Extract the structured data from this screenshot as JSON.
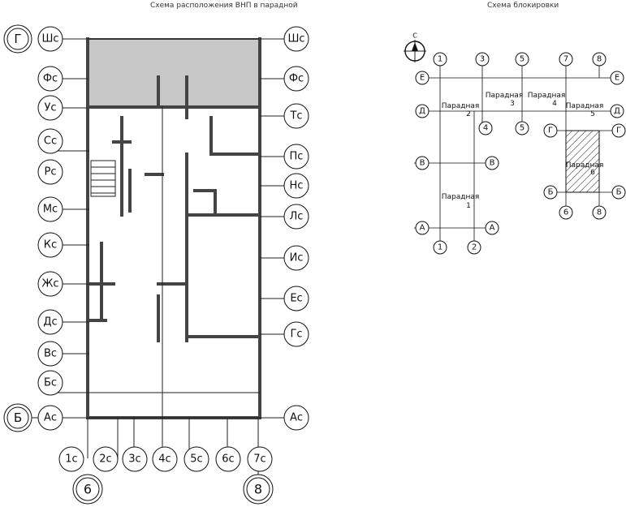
{
  "titles": {
    "left": "Схема расположения ВНП в парадной",
    "right": "Схема блокировки"
  },
  "left_rows": {
    "left_side": [
      "Г",
      "Фс",
      "Ус",
      "Сс",
      "Рс",
      "Мс",
      "Кс",
      "Жс",
      "Дс",
      "Вс",
      "Бс",
      "Б"
    ],
    "right_side": [
      "Шс",
      "Фс",
      "Тс",
      "Пс",
      "Нс",
      "Лс",
      "Ис",
      "Ес",
      "Гс",
      "Ас"
    ],
    "top_left_inner": "Шс",
    "bottom_left_inner": "Ас"
  },
  "left_cols": {
    "bottom": [
      "1с",
      "2с",
      "3с",
      "4с",
      "5с",
      "6с",
      "7с"
    ],
    "major": [
      "6",
      "8"
    ]
  },
  "right_plan": {
    "compass": "С",
    "top_axes": [
      "1",
      "3",
      "5",
      "7",
      "8"
    ],
    "mid_axes": [
      "4",
      "5"
    ],
    "bottom_axes": [
      "1",
      "2"
    ],
    "small_bottom_axes": [
      "6",
      "8"
    ],
    "row_axes": {
      "E_left": "Е",
      "E_right": "Е",
      "D_left": "Д",
      "D_right": "Д",
      "G_left": "Г",
      "G_right": "Г",
      "V_left": "В",
      "V_right": "В",
      "B_left": "Б",
      "B_right": "Б",
      "A_left": "А",
      "A_right": "А"
    },
    "entrances": [
      {
        "label": "Парадная",
        "num": "2"
      },
      {
        "label": "Парадная",
        "num": "3"
      },
      {
        "label": "Парадная",
        "num": "4"
      },
      {
        "label": "Парадная",
        "num": "5"
      },
      {
        "label": "Парадная",
        "num": "6"
      },
      {
        "label": "Парадная",
        "num": "1"
      }
    ]
  }
}
